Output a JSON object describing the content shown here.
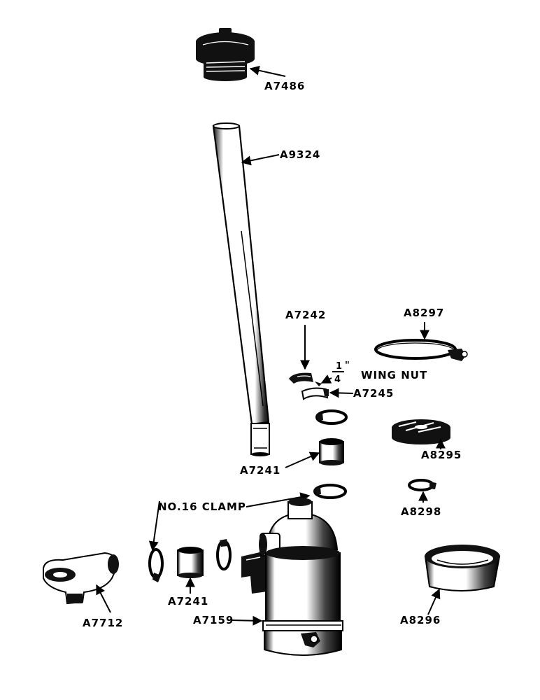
{
  "labels": {
    "a7486": "A7486",
    "a9324": "A9324",
    "a7242": "A7242",
    "a8297": "A8297",
    "quarter_num": "1",
    "quarter_den": "4",
    "quarter_mark": "\"",
    "wing_nut": "WING  NUT",
    "a7245": "A7245",
    "a8295": "A8295",
    "a7241_top": "A7241",
    "no16_clamp": "NO.16  CLAMP",
    "a8298": "A8298",
    "a7241_bottom": "A7241",
    "a7712": "A7712",
    "a7159": "A7159",
    "a8296": "A8296"
  }
}
